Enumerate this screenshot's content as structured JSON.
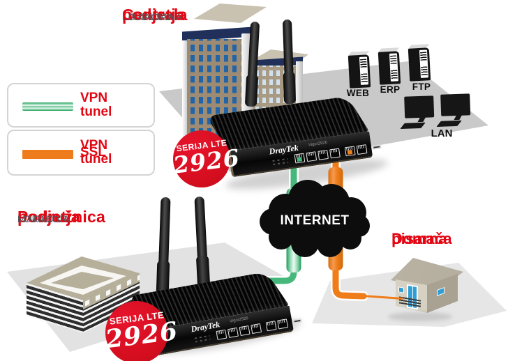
{
  "colors": {
    "accent_red": "#e30613",
    "vpn_tunnel_green": "#3fb077",
    "ssl_tunnel_orange": "#ee7c1c",
    "platform_gray": "#c9c9c9",
    "cloud_black": "#0d0d0d",
    "location_text_gray": "#55565b",
    "window_blue": "#2f9fd6"
  },
  "headquarters": {
    "title": [
      "Centrala",
      "podjetja"
    ],
    "location": [
      "LOKACIJA",
      "LJUBLJANA"
    ]
  },
  "branch": {
    "title": [
      "Podružnica",
      "podjetja"
    ],
    "location": [
      "LOKACIJA",
      "MARIBOR"
    ]
  },
  "home_office": {
    "title": [
      "Domača",
      "pisarna"
    ]
  },
  "legend": {
    "vpn": {
      "label": "VPN tunel"
    },
    "ssl_vpn": {
      "label_line1": "SSL",
      "label_line2": "VPN tunel"
    }
  },
  "badge": {
    "series": "SERIJA LTE",
    "model": "2926"
  },
  "router": {
    "brand": "DrayTek",
    "model": "Vigor2926"
  },
  "servers": {
    "web": "WEB",
    "erp": "ERP",
    "ftp": "FTP",
    "lan": "LAN"
  },
  "cloud": {
    "label": "INTERNET"
  }
}
